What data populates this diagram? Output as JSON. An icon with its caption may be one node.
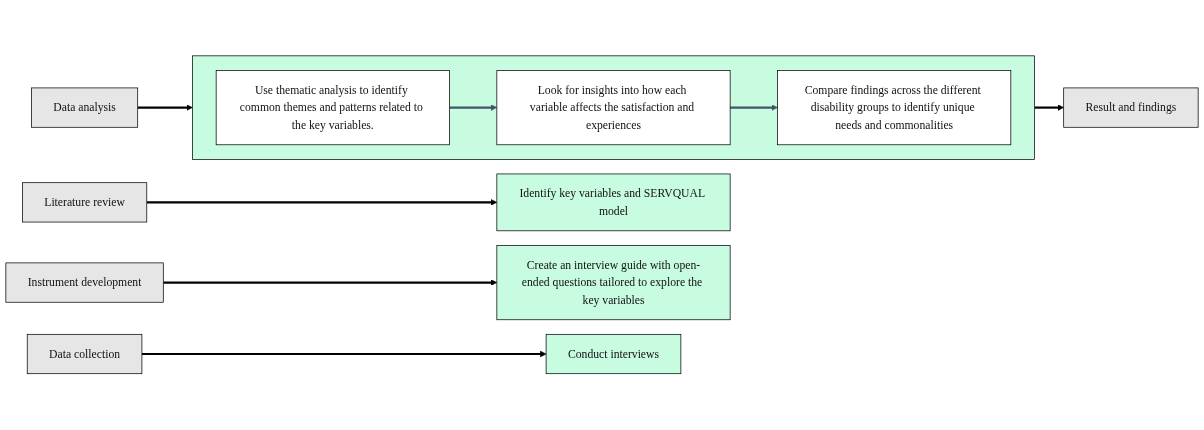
{
  "diagram": {
    "nodes": [
      {
        "text": [
          "Literature review"
        ]
      },
      {
        "text": [
          "Identify key variables and SERVQUAL model"
        ]
      },
      {
        "text": [
          "Instrument development"
        ]
      },
      {
        "text": [
          "Create an interview guide with open-ended questions tailored to explore the key variables"
        ]
      },
      {
        "text": [
          "Data collection"
        ]
      },
      {
        "text": [
          "Conduct interviews"
        ]
      },
      {
        "text": [
          "Data analysis"
        ]
      },
      {
        "text": [],
        "shape": "box"
      },
      {
        "text": [
          "Result and findings"
        ]
      },
      {
        "text": [
          "Use thematic analysis to identify common themes and patterns related to the key variables."
        ],
        "in": 7
      },
      {
        "text": [
          "Look for insights into how each variable affects the satisfaction and experiences"
        ],
        "in": 7
      },
      {
        "text": [
          "Compare findings across the different disability groups to identify unique needs and commonalities"
        ],
        "in": 7
      }
    ],
    "edges": [
      {
        "from": 0,
        "to": 1,
        "arrow": "to"
      },
      {
        "from": 2,
        "to": 3,
        "arrow": "to"
      },
      {
        "from": 4,
        "to": 5,
        "arrow": "to"
      },
      {
        "from": 6,
        "to": 7,
        "arrow": "to"
      },
      {
        "from": 7,
        "to": 8,
        "arrow": "to"
      },
      {
        "from": 9,
        "to": 10,
        "arrow": "to",
        "color": "#44546a"
      },
      {
        "from": 10,
        "to": 11,
        "arrow": "to",
        "color": "#44546a"
      }
    ]
  }
}
